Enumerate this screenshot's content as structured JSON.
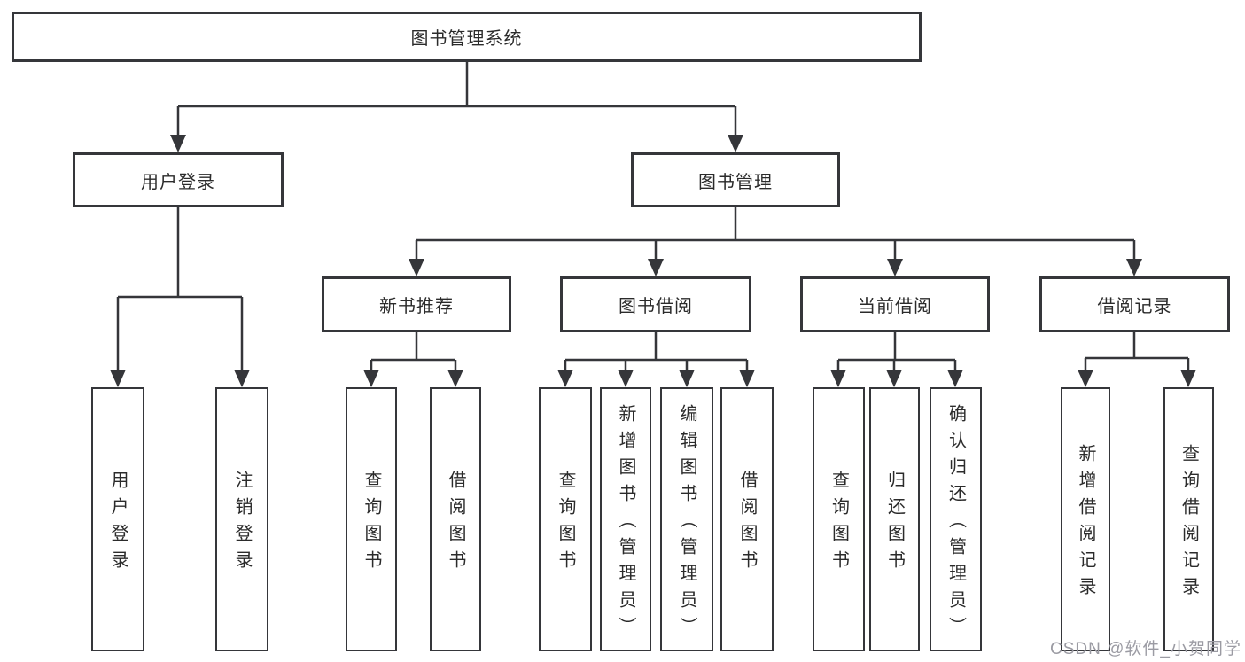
{
  "tree": {
    "label": "图书管理系统",
    "children": [
      {
        "label": "用户登录",
        "children": [
          {
            "label": "用户登录"
          },
          {
            "label": "注销登录"
          }
        ]
      },
      {
        "label": "图书管理",
        "children": [
          {
            "label": "新书推荐",
            "children": [
              {
                "label": "查询图书"
              },
              {
                "label": "借阅图书"
              }
            ]
          },
          {
            "label": "图书借阅",
            "children": [
              {
                "label": "查询图书"
              },
              {
                "label": "新增图书（管理员）"
              },
              {
                "label": "编辑图书（管理员）"
              },
              {
                "label": "借阅图书"
              }
            ]
          },
          {
            "label": "当前借阅",
            "children": [
              {
                "label": "查询图书"
              },
              {
                "label": "归还图书"
              },
              {
                "label": "确认归还（管理员）"
              }
            ]
          },
          {
            "label": "借阅记录",
            "children": [
              {
                "label": "新增借阅记录"
              },
              {
                "label": "查询借阅记录"
              }
            ]
          }
        ]
      }
    ]
  },
  "watermark": {
    "text": "CSDN @软件_小贺同学"
  },
  "colors": {
    "line": "#35363a",
    "box_border": "#35363a",
    "text": "#2b2b2b",
    "watermark": "#9b9ba3",
    "background": "#ffffff"
  }
}
